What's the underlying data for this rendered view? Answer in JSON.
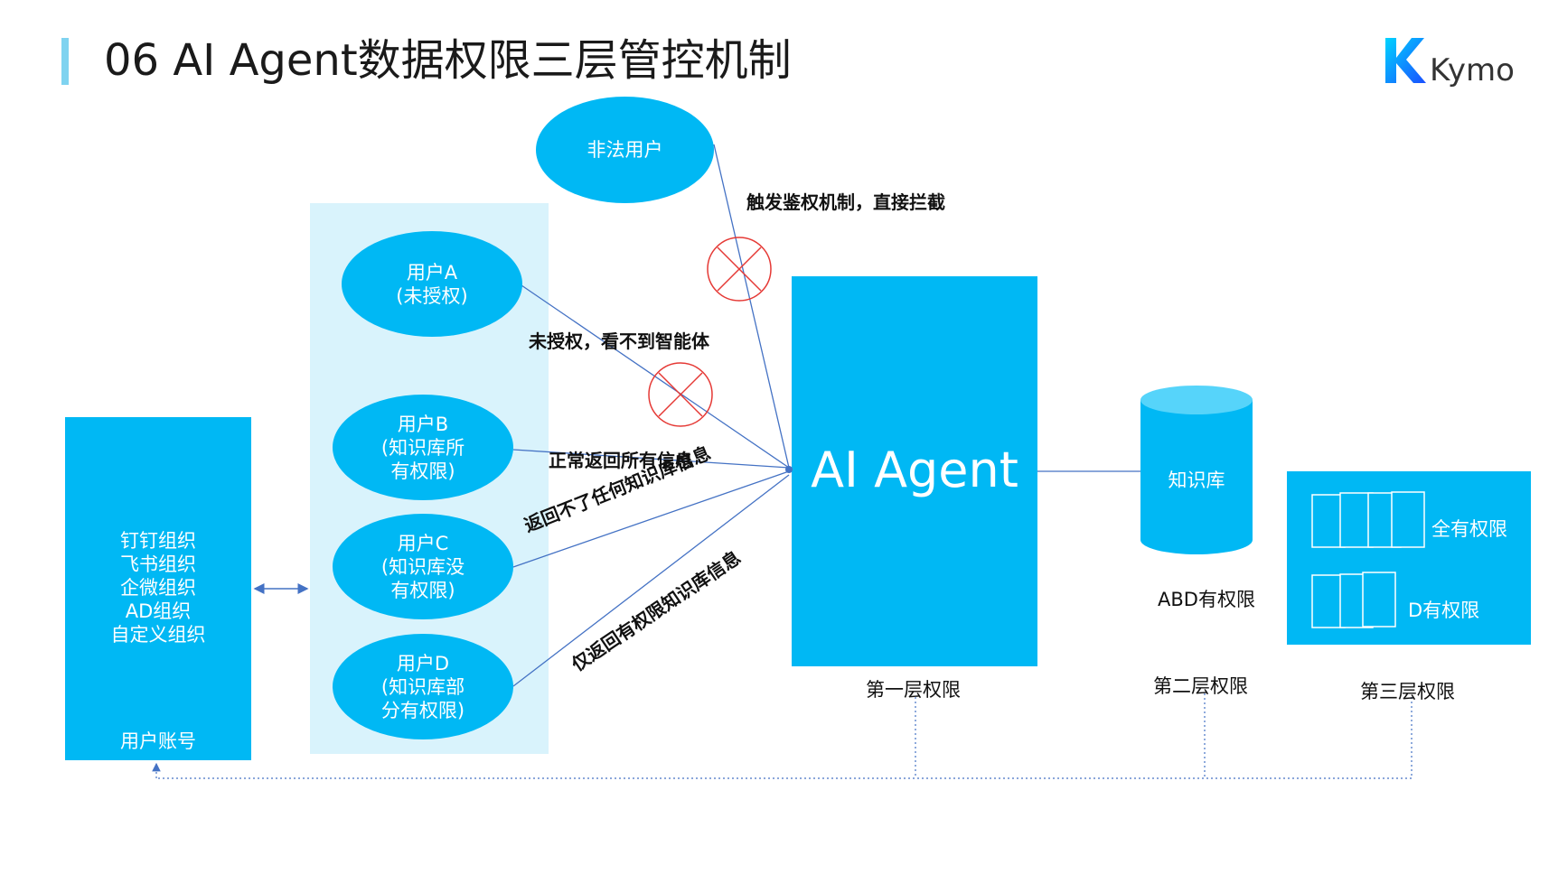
{
  "title": "06 AI Agent数据权限三层管控机制",
  "logo": {
    "text": "Kymo",
    "color": "#1a6fff"
  },
  "colors": {
    "primary": "#00b8f4",
    "panel": "#d9f3fc",
    "line": "#4472c4",
    "cross": "#e53935"
  },
  "illegal_user": "非法用户",
  "illegal_label": "触发鉴权机制，直接拦截",
  "org_box": {
    "orgs": [
      "钉钉组织",
      "飞书组织",
      "企微组织",
      "AD组织",
      "自定义组织"
    ],
    "footer": "用户账号"
  },
  "users": [
    {
      "name": "用户A",
      "desc": "(未授权)"
    },
    {
      "name": "用户B",
      "desc": "(知识库所\n有权限)"
    },
    {
      "name": "用户C",
      "desc": "(知识库没\n有权限)"
    },
    {
      "name": "用户D",
      "desc": "(知识库部\n分有权限)"
    }
  ],
  "edge_labels": {
    "a": "未授权，看不到智能体",
    "b": "正常返回所有信息",
    "c": "返回不了任何知识库信息",
    "d": "仅返回有权限知识库信息"
  },
  "agent": {
    "label": "AI Agent",
    "layer": "第一层权限"
  },
  "kb": {
    "label": "知识库",
    "perm": "ABD有权限",
    "layer": "第二层权限"
  },
  "docs": {
    "full": "全有权限",
    "partial": "D有权限",
    "layer": "第三层权限"
  }
}
